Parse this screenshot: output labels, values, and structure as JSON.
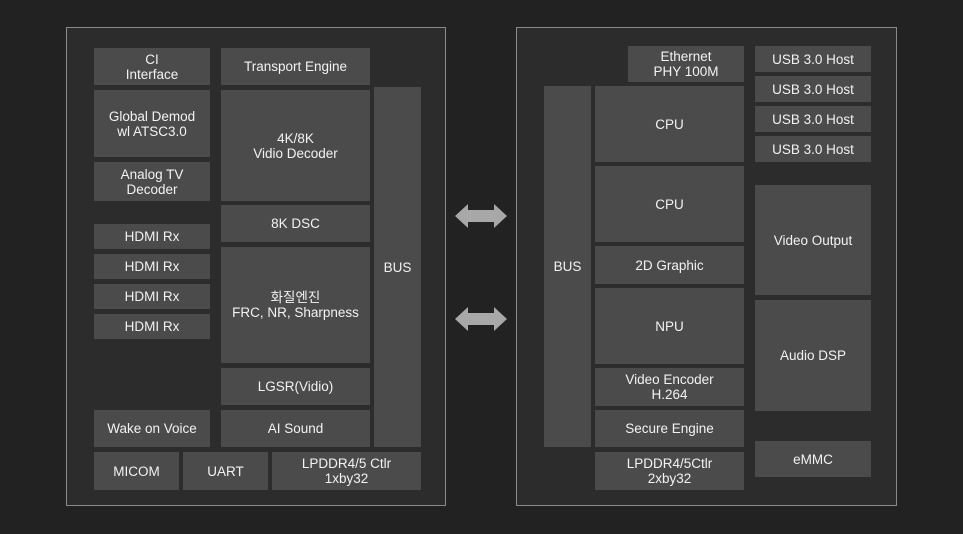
{
  "colors": {
    "background": "#222222",
    "chip_fill": "#2c2c2c",
    "chip_border": "#8a8a8a",
    "block_fill": "#4b4b4b",
    "text": "#f2f2f2",
    "arrow": "#a8a8a8"
  },
  "left_chip": {
    "ci_interface": "CI\nInterface",
    "transport_engine": "Transport Engine",
    "global_demod": "Global Demod\nwl ATSC3.0",
    "video_decoder": "4K/8K\nVidio Decoder",
    "analog_tv_decoder": "Analog TV\nDecoder",
    "dsc": "8K DSC",
    "hdmi_rx": [
      "HDMI Rx",
      "HDMI Rx",
      "HDMI Rx",
      "HDMI Rx"
    ],
    "picture_engine": "화질엔진\nFRC, NR, Sharpness",
    "lgsr": "LGSR(Vidio)",
    "wake_on_voice": "Wake on Voice",
    "ai_sound": "AI Sound",
    "bus": "BUS",
    "micom": "MICOM",
    "uart": "UART",
    "lpddr_ctlr": "LPDDR4/5 Ctlr\n1xby32"
  },
  "right_chip": {
    "ethernet": "Ethernet\nPHY 100M",
    "usb_hosts": [
      "USB 3.0 Host",
      "USB 3.0 Host",
      "USB 3.0 Host",
      "USB 3.0 Host"
    ],
    "bus": "BUS",
    "cpu_1": "CPU",
    "cpu_2": "CPU",
    "video_output": "Video Output",
    "graphic_2d": "2D Graphic",
    "npu": "NPU",
    "audio_dsp": "Audio DSP",
    "video_encoder": "Video Encoder\nH.264",
    "secure_engine": "Secure Engine",
    "emmc": "eMMC",
    "lpddr_ctlr": "LPDDR4/5Ctlr\n2xby32"
  },
  "connectors": [
    {
      "icon": "double-arrow-icon"
    },
    {
      "icon": "double-arrow-icon"
    }
  ]
}
